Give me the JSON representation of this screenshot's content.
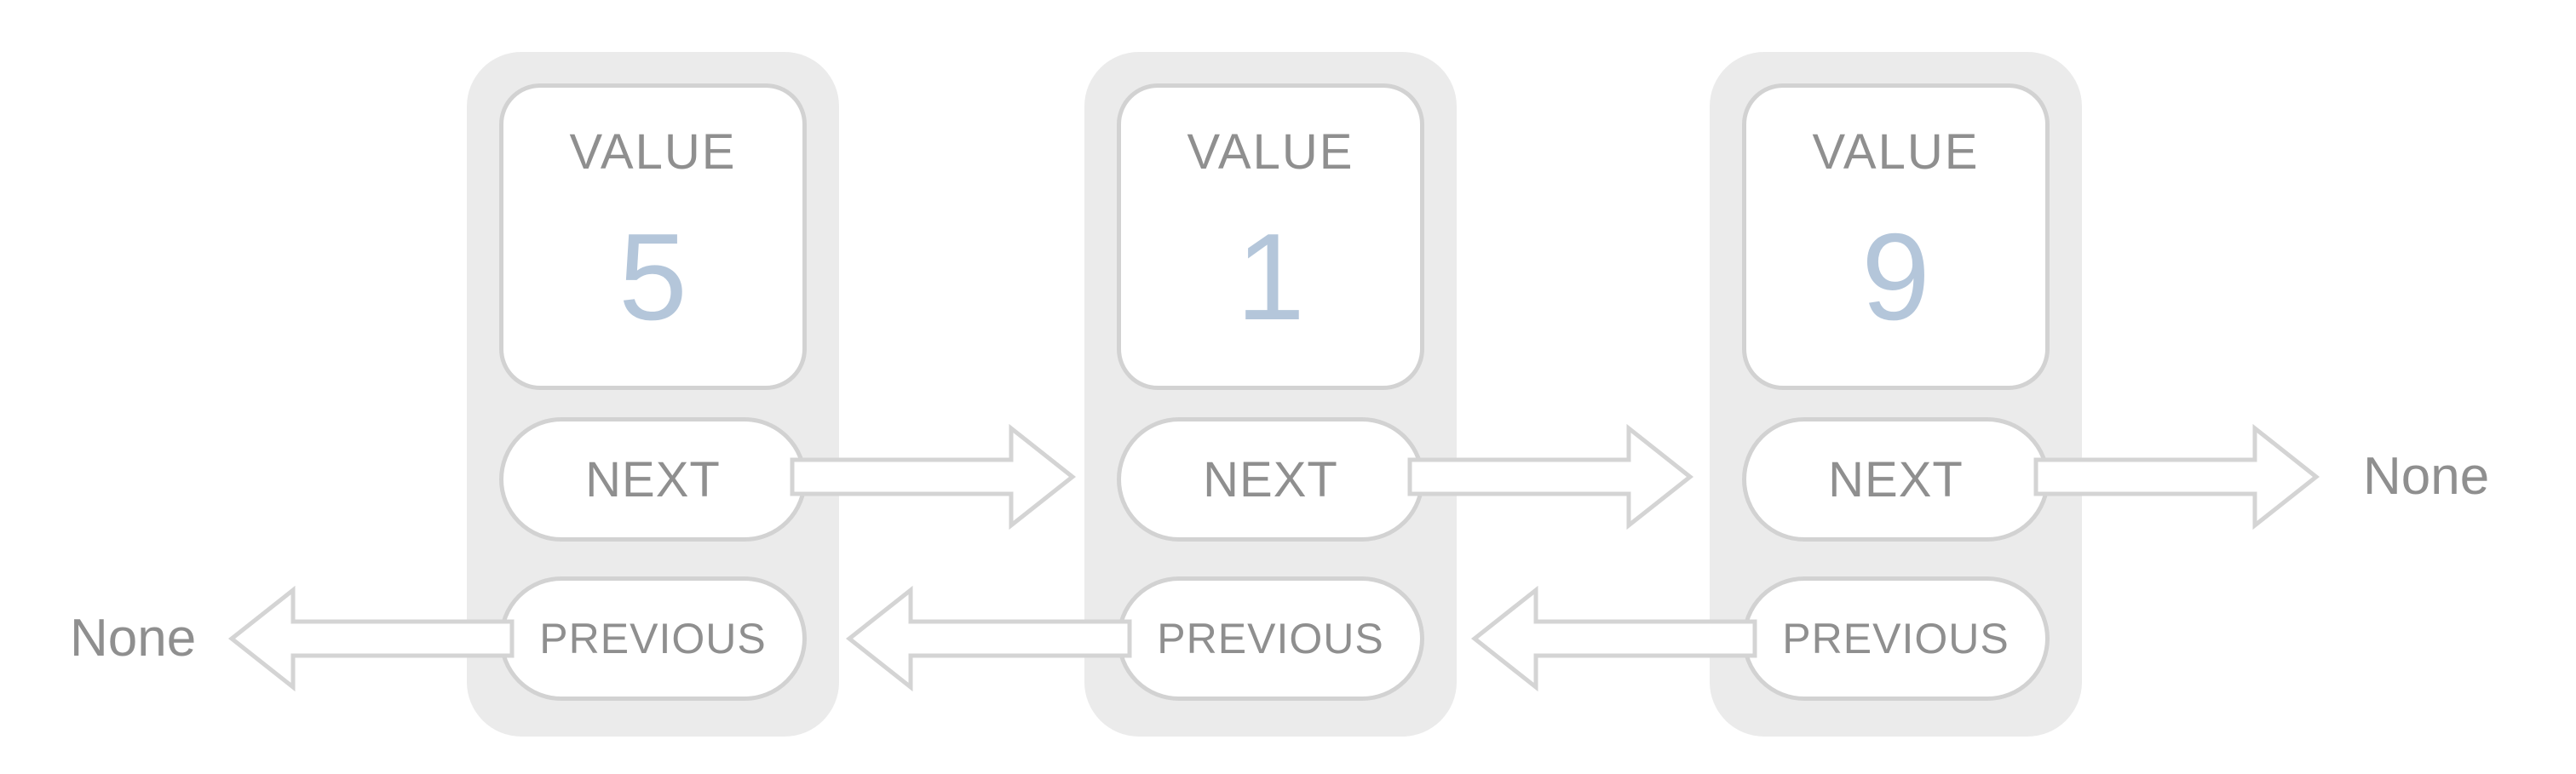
{
  "nodes": [
    {
      "value_label": "VALUE",
      "value": "5",
      "next_label": "NEXT",
      "previous_label": "PREVIOUS"
    },
    {
      "value_label": "VALUE",
      "value": "1",
      "next_label": "NEXT",
      "previous_label": "PREVIOUS"
    },
    {
      "value_label": "VALUE",
      "value": "9",
      "next_label": "NEXT",
      "previous_label": "PREVIOUS"
    }
  ],
  "endpoints": {
    "previous_none": "None",
    "next_none": "None"
  },
  "colors": {
    "canvas_bg": "#ffffff",
    "node_bg": "#ebebeb",
    "box_border": "#d2d2d2",
    "label_text": "#8f8f8f",
    "value_text": "#b4c6da",
    "arrow_stroke": "#d4d4d4"
  }
}
